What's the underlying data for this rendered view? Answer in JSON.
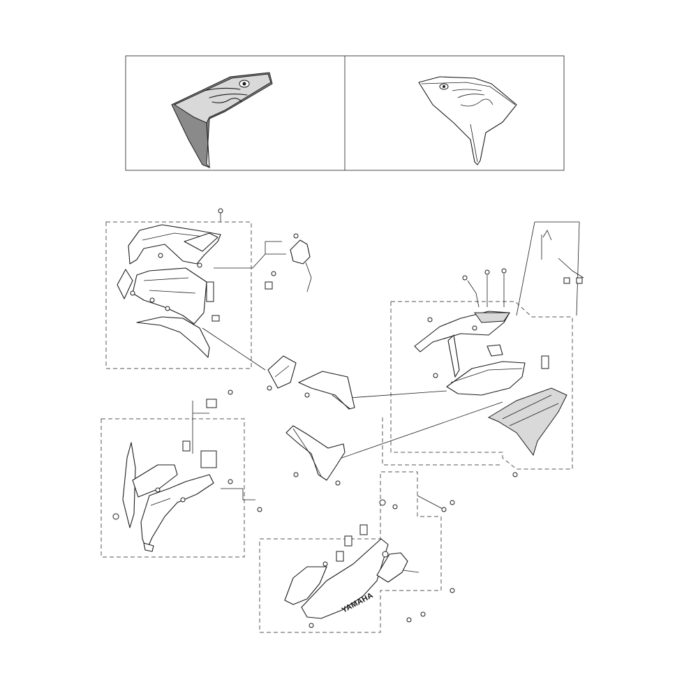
{
  "diagram": {
    "brand_decal": "YAMAHA",
    "colors": {
      "line": "#1a1a1a",
      "panel_gray": "#8a8a8a",
      "panel_light": "#d9d9d9",
      "background": "#ffffff"
    },
    "top_panels": [
      {
        "variant": "dark-color-option"
      },
      {
        "variant": "light-color-option"
      }
    ]
  }
}
